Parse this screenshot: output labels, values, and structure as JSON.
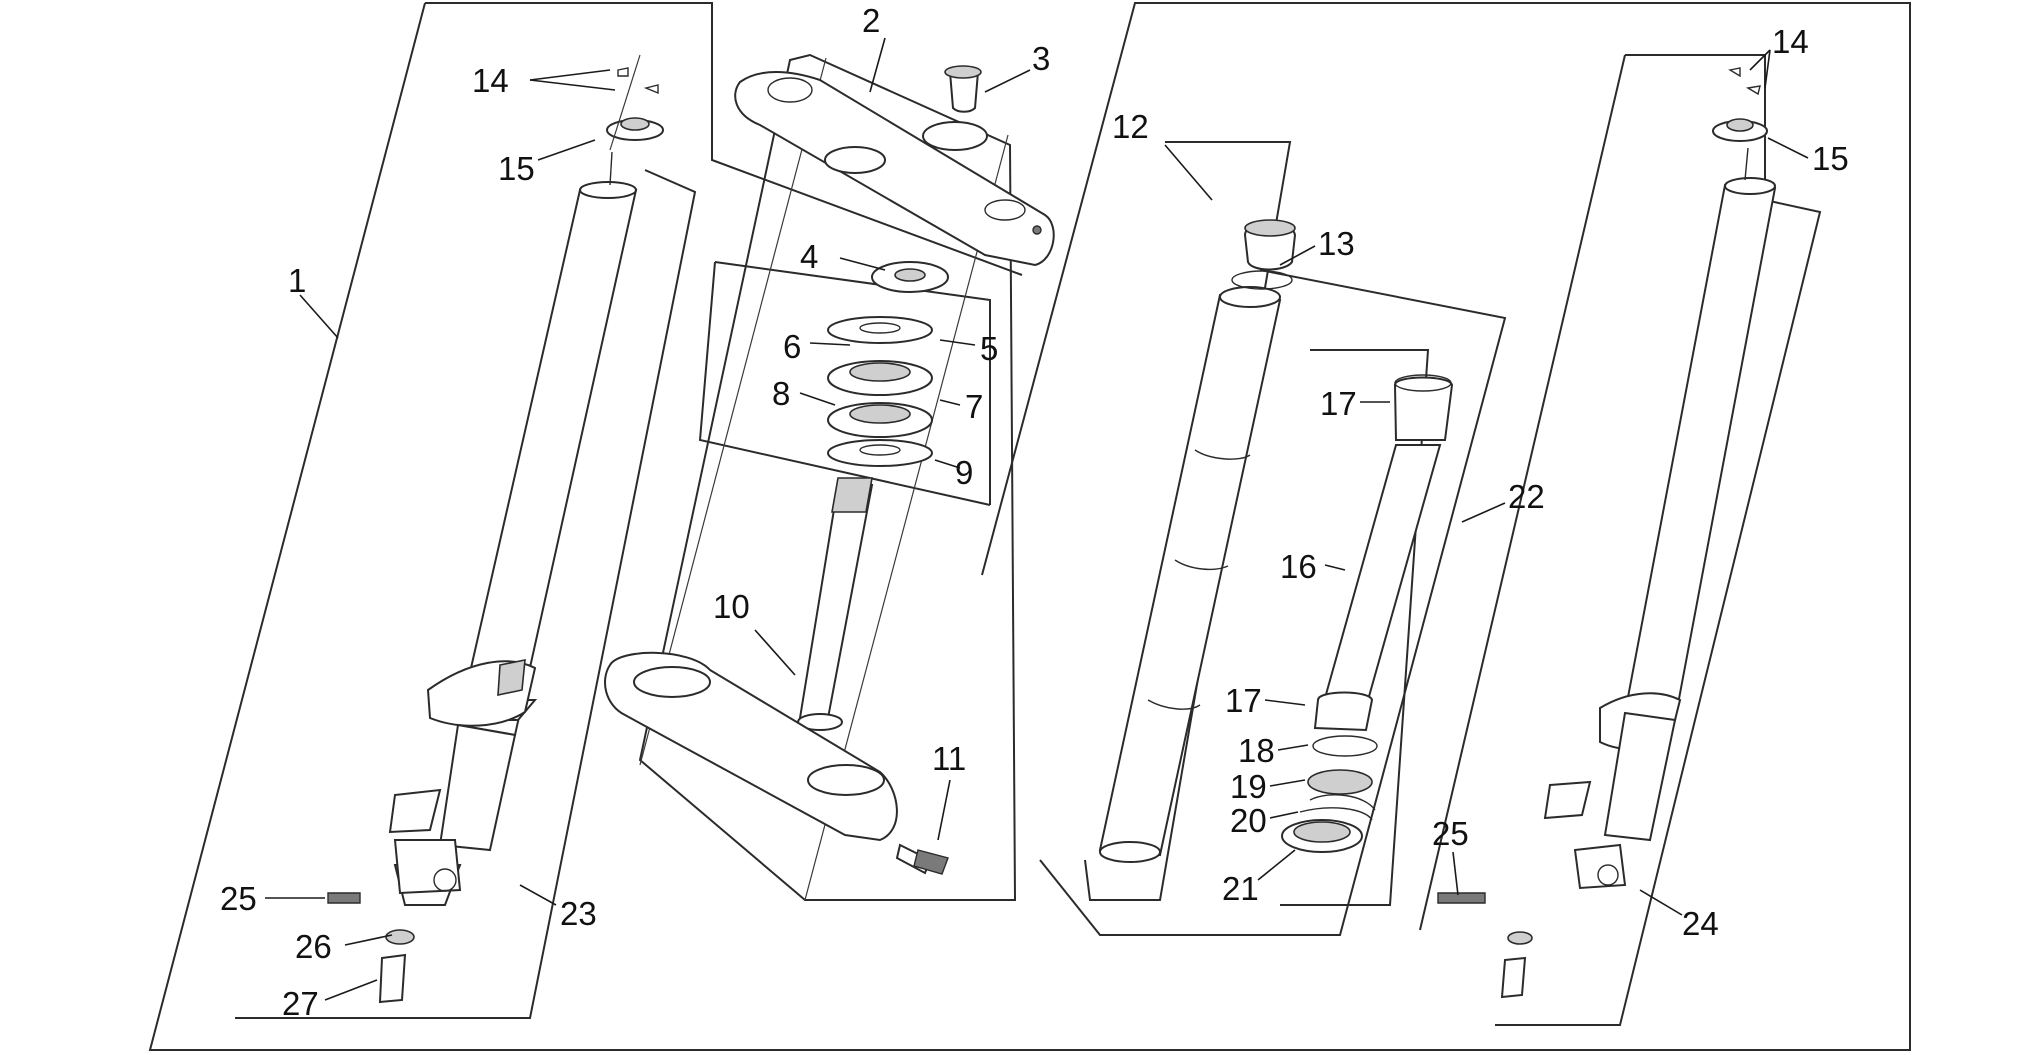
{
  "callouts": [
    {
      "id": "c1",
      "text": "1"
    },
    {
      "id": "c2",
      "text": "2"
    },
    {
      "id": "c3",
      "text": "3"
    },
    {
      "id": "c4",
      "text": "4"
    },
    {
      "id": "c5",
      "text": "5"
    },
    {
      "id": "c6",
      "text": "6"
    },
    {
      "id": "c7",
      "text": "7"
    },
    {
      "id": "c8",
      "text": "8"
    },
    {
      "id": "c9",
      "text": "9"
    },
    {
      "id": "c10",
      "text": "10"
    },
    {
      "id": "c11",
      "text": "11"
    },
    {
      "id": "c12",
      "text": "12"
    },
    {
      "id": "c13",
      "text": "13"
    },
    {
      "id": "c14a",
      "text": "14"
    },
    {
      "id": "c14b",
      "text": "14"
    },
    {
      "id": "c15a",
      "text": "15"
    },
    {
      "id": "c15b",
      "text": "15"
    },
    {
      "id": "c16",
      "text": "16"
    },
    {
      "id": "c17a",
      "text": "17"
    },
    {
      "id": "c17b",
      "text": "17"
    },
    {
      "id": "c18",
      "text": "18"
    },
    {
      "id": "c19",
      "text": "19"
    },
    {
      "id": "c20",
      "text": "20"
    },
    {
      "id": "c21",
      "text": "21"
    },
    {
      "id": "c22",
      "text": "22"
    },
    {
      "id": "c23",
      "text": "23"
    },
    {
      "id": "c24",
      "text": "24"
    },
    {
      "id": "c25a",
      "text": "25"
    },
    {
      "id": "c25b",
      "text": "25"
    },
    {
      "id": "c26",
      "text": "26"
    },
    {
      "id": "c27",
      "text": "27"
    }
  ]
}
